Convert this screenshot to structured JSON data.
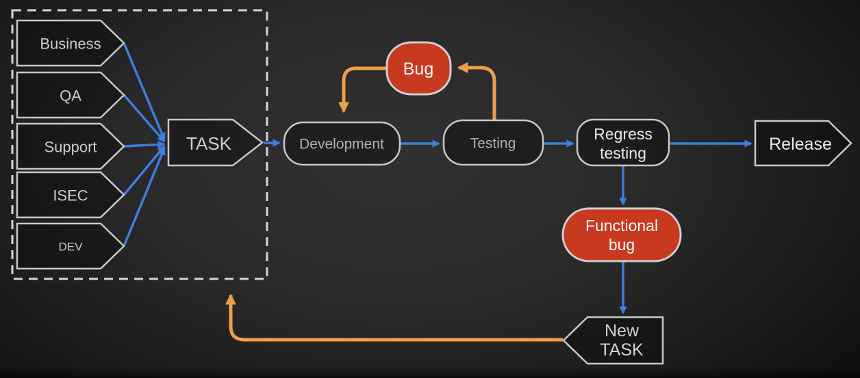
{
  "diagram": {
    "title_semantic": "software task lifecycle flowchart",
    "sources": [
      {
        "id": "business",
        "label": "Business"
      },
      {
        "id": "qa",
        "label": "QA"
      },
      {
        "id": "support",
        "label": "Support"
      },
      {
        "id": "isec",
        "label": "ISEC"
      },
      {
        "id": "dev",
        "label": "DEV"
      }
    ],
    "task": {
      "label": "TASK"
    },
    "development": {
      "label": "Development"
    },
    "bug": {
      "label": "Bug"
    },
    "testing": {
      "label": "Testing"
    },
    "regress": {
      "line1": "Regress",
      "line2": "testing"
    },
    "release": {
      "label": "Release"
    },
    "functional_bug": {
      "line1": "Functional",
      "line2": "bug"
    },
    "new_task": {
      "line1": "New",
      "line2": "TASK"
    },
    "edges": [
      {
        "from": "Business",
        "to": "TASK",
        "color": "blue"
      },
      {
        "from": "QA",
        "to": "TASK",
        "color": "blue"
      },
      {
        "from": "Support",
        "to": "TASK",
        "color": "blue"
      },
      {
        "from": "ISEC",
        "to": "TASK",
        "color": "blue"
      },
      {
        "from": "DEV",
        "to": "TASK",
        "color": "blue"
      },
      {
        "from": "TASK",
        "to": "Development",
        "color": "blue"
      },
      {
        "from": "Development",
        "to": "Testing",
        "color": "blue"
      },
      {
        "from": "Testing",
        "to": "Regress testing",
        "color": "blue"
      },
      {
        "from": "Regress testing",
        "to": "Release",
        "color": "blue"
      },
      {
        "from": "Regress testing",
        "to": "Functional bug",
        "color": "blue"
      },
      {
        "from": "Functional bug",
        "to": "New TASK",
        "color": "blue"
      },
      {
        "from": "Testing",
        "to": "Bug",
        "color": "orange"
      },
      {
        "from": "Bug",
        "to": "Development",
        "color": "orange"
      },
      {
        "from": "New TASK",
        "to": "TASK sources group",
        "color": "orange"
      }
    ],
    "colors": {
      "arrow_blue": "#3f7de0",
      "arrow_orange": "#eda04b",
      "bug_fill": "#c83a20",
      "shape_border": "#c9c9c9",
      "dashed_group_border": "#d6d6d6",
      "background_center": "#313131",
      "background_edge": "#0d0d0d"
    }
  }
}
